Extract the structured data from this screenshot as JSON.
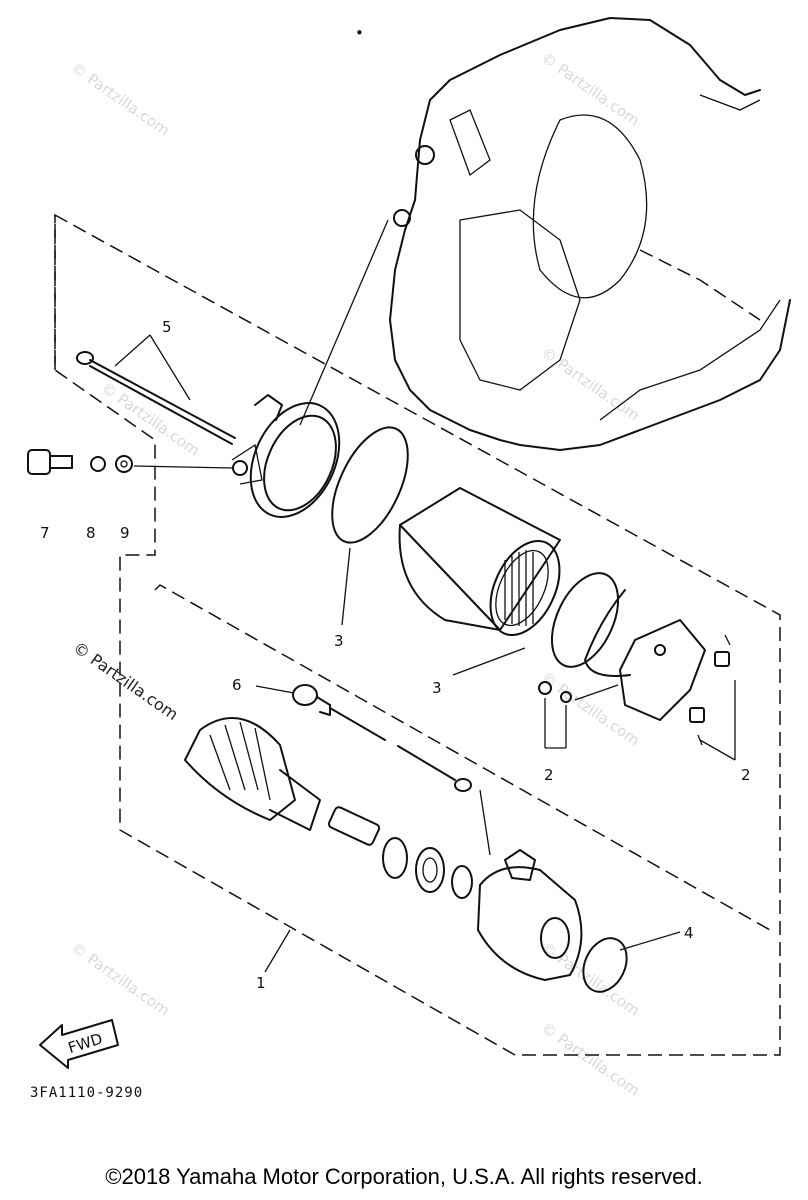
{
  "diagram": {
    "callouts": {
      "c1": "1",
      "c2a": "2",
      "c2b": "2",
      "c3a": "3",
      "c3b": "3",
      "c4": "4",
      "c5": "5",
      "c6": "6",
      "c7": "7",
      "c8": "8",
      "c9": "9"
    },
    "fwd_label": "FWD",
    "part_code": "3FA1110-9290",
    "watermarks": [
      "© Partzilla.com",
      "© Partzilla.com",
      "© Partzilla.com",
      "© Partzilla.com",
      "© Partzilla.com",
      "© Partzilla.com",
      "© Partzilla.com",
      "© Partzilla.com"
    ],
    "watermark_dark": "© Partzilla.com"
  },
  "copyright": "©2018  Yamaha Motor Corporation, U.S.A. All rights reserved."
}
